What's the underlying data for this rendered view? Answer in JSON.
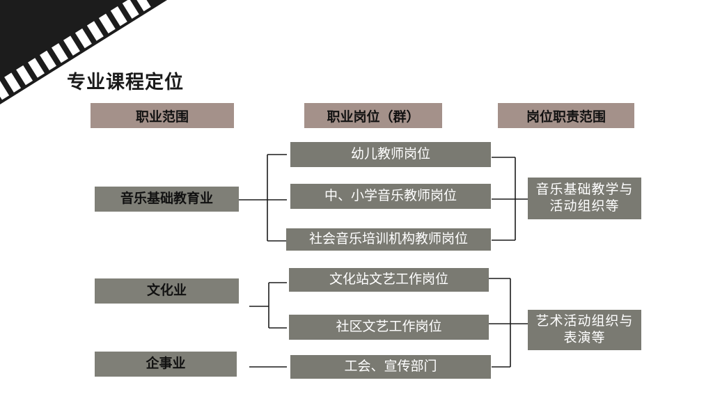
{
  "title": "专业课程定位",
  "headers": {
    "scope": "职业范围",
    "positions": "职业岗位（群）",
    "duties": "岗位职责范围"
  },
  "scopes": {
    "music_edu": "音乐基础教育业",
    "culture": "文化业",
    "enterprise": "企事业"
  },
  "positions": {
    "kindergarten": "幼儿教师岗位",
    "school": "中、小学音乐教师岗位",
    "training": "社会音乐培训机构教师岗位",
    "culture_station": "文化站文艺工作岗位",
    "community": "社区文艺工作岗位",
    "union": "工会、宣传部门"
  },
  "duties": {
    "teaching": "音乐基础教学与活动组织等",
    "arts": "艺术活动组织与表演等"
  },
  "colors": {
    "header_bg": "#a4918a",
    "box_bg": "#7a7a72",
    "line": "#1a1a1a",
    "piano": "#1a1a1a"
  }
}
